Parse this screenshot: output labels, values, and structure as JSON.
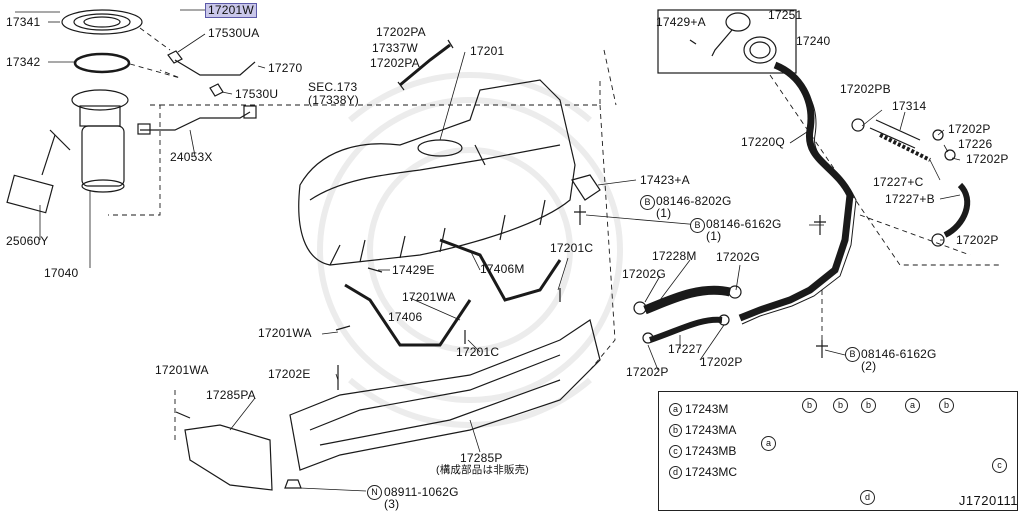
{
  "labels": {
    "p17341": "17341",
    "p17201W": "17201W",
    "p17530UA": "17530UA",
    "p17342": "17342",
    "p17270": "17270",
    "p17530U": "17530U",
    "p24053X": "24053X",
    "p25060Y": "25060Y",
    "p17040": "17040",
    "p17202PA_1": "17202PA",
    "p17337W": "17337W",
    "p17201": "17201",
    "p17202PA_2": "17202PA",
    "sec173": "SEC.173",
    "sec173ref": "(17338Y)",
    "p17429A": "17429+A",
    "p17251": "17251",
    "p17240": "17240",
    "p17202PB": "17202PB",
    "p17314": "17314",
    "p17220Q": "17220Q",
    "p17202P_1": "17202P",
    "p17226": "17226",
    "p17202P_2": "17202P",
    "p17227C": "17227+C",
    "p17227B": "17227+B",
    "p17202P_3": "17202P",
    "p17423A": "17423+A",
    "bolt1": "08146-8202G",
    "bolt1qty": "(1)",
    "bolt2": "08146-6162G",
    "bolt2qty": "(1)",
    "p17201C_1": "17201C",
    "p17429E": "17429E",
    "p17406M": "17406M",
    "p17228M": "17228M",
    "p17202G_1": "17202G",
    "p17202G_2": "17202G",
    "p17201WA_1": "17201WA",
    "p17406": "17406",
    "p17201WA_2": "17201WA",
    "p17201C_2": "17201C",
    "p17227": "17227",
    "p17202P_4": "17202P",
    "p17202P_5": "17202P",
    "bolt3": "08146-6162G",
    "bolt3qty": "(2)",
    "p17201WA_3": "17201WA",
    "p17285PA": "17285PA",
    "p17202E": "17202E",
    "p17285P": "17285P",
    "note_jp": "(構成部品は非販売)",
    "nut": "08911-1062G",
    "nutqty": "(3)"
  },
  "badges": {
    "B": "B",
    "N": "N"
  },
  "legend": {
    "items": [
      {
        "key": "a",
        "part": "17243M"
      },
      {
        "key": "b",
        "part": "17243MA"
      },
      {
        "key": "c",
        "part": "17243MB"
      },
      {
        "key": "d",
        "part": "17243MC"
      }
    ],
    "markers": [
      "b",
      "b",
      "b",
      "a",
      "b",
      "a",
      "c",
      "d"
    ]
  },
  "ref_code": "J1720111",
  "colors": {
    "line": "#1a1a1a",
    "highlight": "#c9c7ea",
    "watermark": "#e6e6e6"
  }
}
